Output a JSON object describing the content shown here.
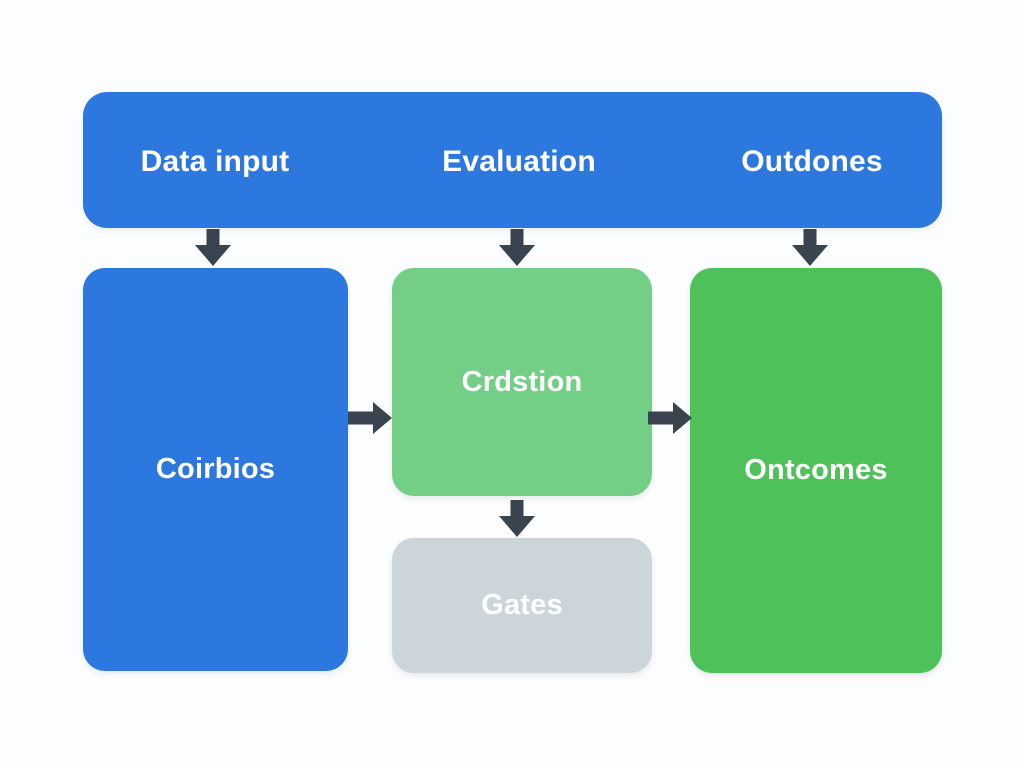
{
  "diagram": {
    "banner": {
      "labels": [
        {
          "text": "Data input"
        },
        {
          "text": "Evaluation"
        },
        {
          "text": "Outdones"
        }
      ]
    },
    "boxes": [
      {
        "id": "coirbios",
        "label": "Coirbios"
      },
      {
        "id": "crdstion",
        "label": "Crdstion"
      },
      {
        "id": "gates",
        "label": "Gates"
      },
      {
        "id": "ontcomes",
        "label": "Ontcomes"
      }
    ],
    "arrows": [
      {
        "from": "banner-data-input",
        "to": "coirbios",
        "direction": "down"
      },
      {
        "from": "banner-evaluation",
        "to": "crdstion",
        "direction": "down"
      },
      {
        "from": "banner-outdones",
        "to": "ontcomes",
        "direction": "down"
      },
      {
        "from": "coirbios",
        "to": "crdstion",
        "direction": "right"
      },
      {
        "from": "crdstion",
        "to": "ontcomes",
        "direction": "right"
      },
      {
        "from": "crdstion",
        "to": "gates",
        "direction": "down"
      }
    ]
  },
  "colors": {
    "background": "#fcfdfe",
    "banner": "#2d78de",
    "coirbios": "#2d78de",
    "crdstion": "#72cf85",
    "gates": "#ccd5d9",
    "ontcomes": "#4fc15a",
    "arrow": "#39444e",
    "text": "#ffffff"
  }
}
